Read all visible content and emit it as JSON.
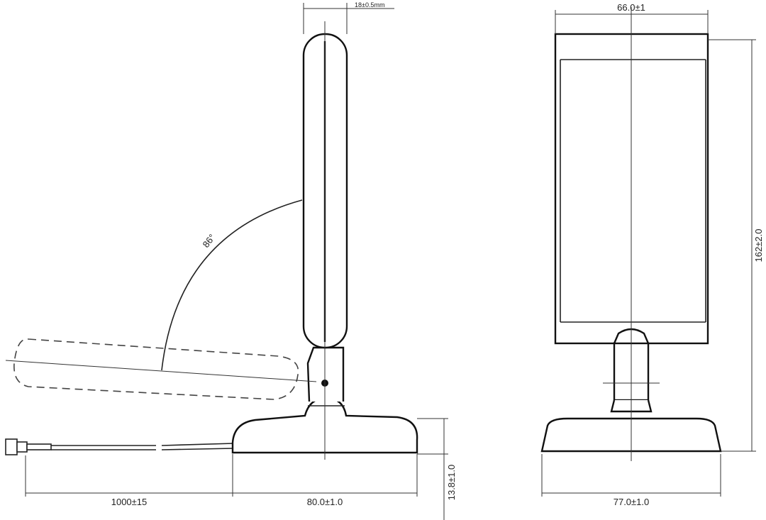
{
  "drawing": {
    "dimensions": {
      "antenna_thickness": "18±0.5mm",
      "angle": "86°",
      "front_width": "66.0±1",
      "height": "162±2.0",
      "cable_length": "1000±15",
      "base_length_side": "80.0±1.0",
      "base_height": "13.8±1.0",
      "base_width_front": "77.0±1.0"
    },
    "colors": {
      "line": "#222222",
      "background": "#ffffff"
    }
  }
}
